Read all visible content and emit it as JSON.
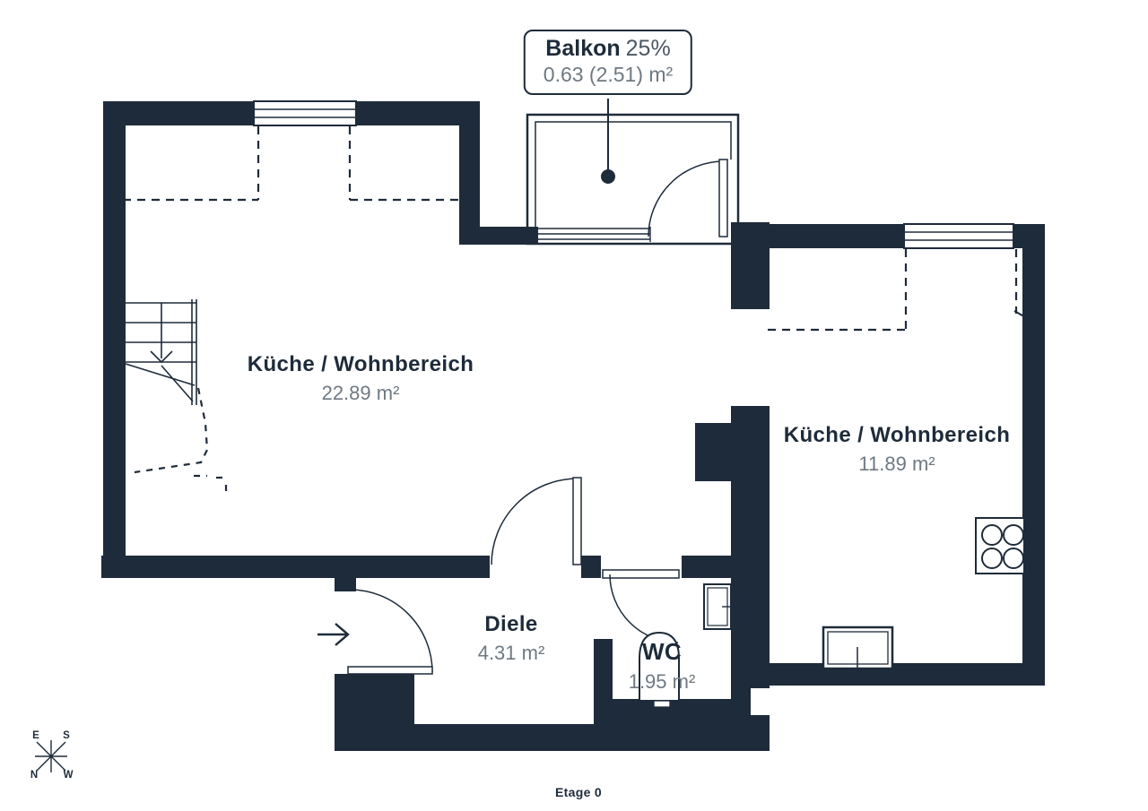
{
  "floor_plan": {
    "floor_label": "Etage 0",
    "balcony_callout": {
      "title": "Balkon",
      "percent": "25%",
      "area": "0.63 (2.51) m²"
    },
    "rooms": [
      {
        "name": "Küche / Wohnbereich",
        "area": "22.89 m²"
      },
      {
        "name": "Küche / Wohnbereich",
        "area": "11.89 m²"
      },
      {
        "name": "Diele",
        "area": "4.31 m²"
      },
      {
        "name": "WC",
        "area": "1.95 m²"
      }
    ],
    "compass": {
      "top_left": "E",
      "top_right": "S",
      "bottom_left": "N",
      "bottom_right": "W"
    },
    "colors": {
      "wall": "#1e2b3a",
      "muted_text": "#6f7982",
      "background": "#ffffff"
    },
    "fixtures": [
      "stairs",
      "balcony",
      "toilet",
      "wc-sink",
      "kitchen-sink",
      "stove",
      "entrance-arrow",
      "compass-rose"
    ]
  }
}
